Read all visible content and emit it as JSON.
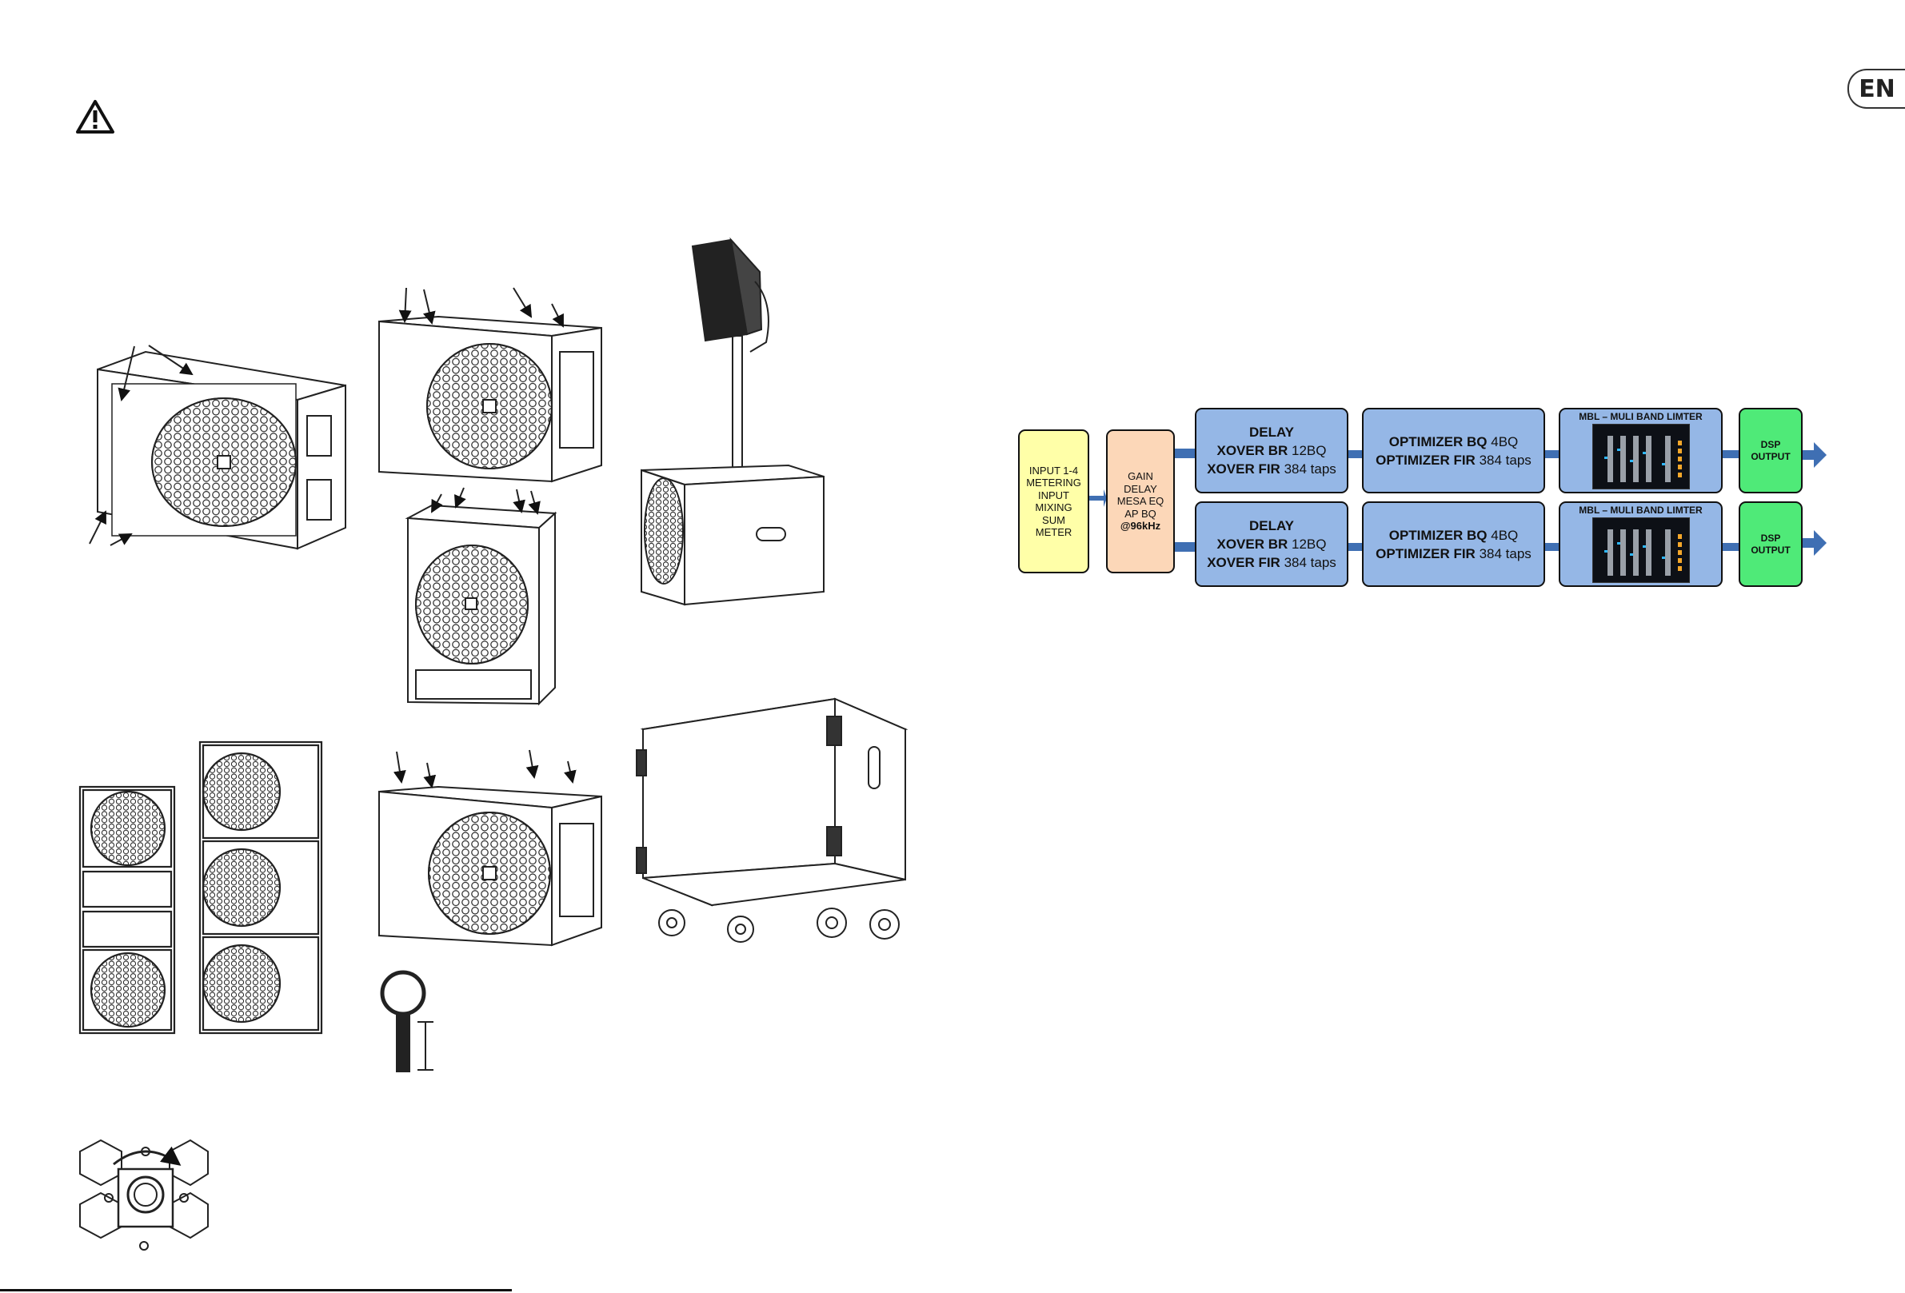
{
  "header": {
    "language_tab": "EN"
  },
  "diagram": {
    "input_block": [
      "INPUT 1-4",
      "METERING",
      "INPUT",
      "MIXING",
      "SUM",
      "METER"
    ],
    "gain_block": [
      "GAIN",
      "DELAY",
      "MESA EQ",
      "AP BQ",
      "@96kHz"
    ],
    "delay_blocks": [
      {
        "title": "DELAY",
        "line1_bold": "XOVER BR",
        "line1_rest": "12BQ",
        "line2_bold": "XOVER FIR",
        "line2_rest": "384 taps"
      },
      {
        "title": "DELAY",
        "line1_bold": "XOVER BR",
        "line1_rest": "12BQ",
        "line2_bold": "XOVER FIR",
        "line2_rest": "384 taps"
      }
    ],
    "optimizer_blocks": [
      {
        "line1_bold": "OPTIMIZER BQ",
        "line1_rest": "4BQ",
        "line2_bold": "OPTIMIZER FIR",
        "line2_rest": "384 taps"
      },
      {
        "line1_bold": "OPTIMIZER BQ",
        "line1_rest": "4BQ",
        "line2_bold": "OPTIMIZER FIR",
        "line2_rest": "384 taps"
      }
    ],
    "mbl_blocks": [
      {
        "title": "MBL – MULI BAND LIMTER"
      },
      {
        "title": "MBL – MULI BAND LIMTER"
      }
    ],
    "output_blocks": [
      [
        "DSP",
        "OUTPUT"
      ],
      [
        "DSP",
        "OUTPUT"
      ]
    ],
    "colors": {
      "input": "#ffffa8",
      "gain": "#fcd7b8",
      "blue": "#95b7e6",
      "output": "#4fea78",
      "arrow": "#3f6fb3"
    }
  },
  "icons": {
    "warning": "warning-triangle-icon"
  }
}
